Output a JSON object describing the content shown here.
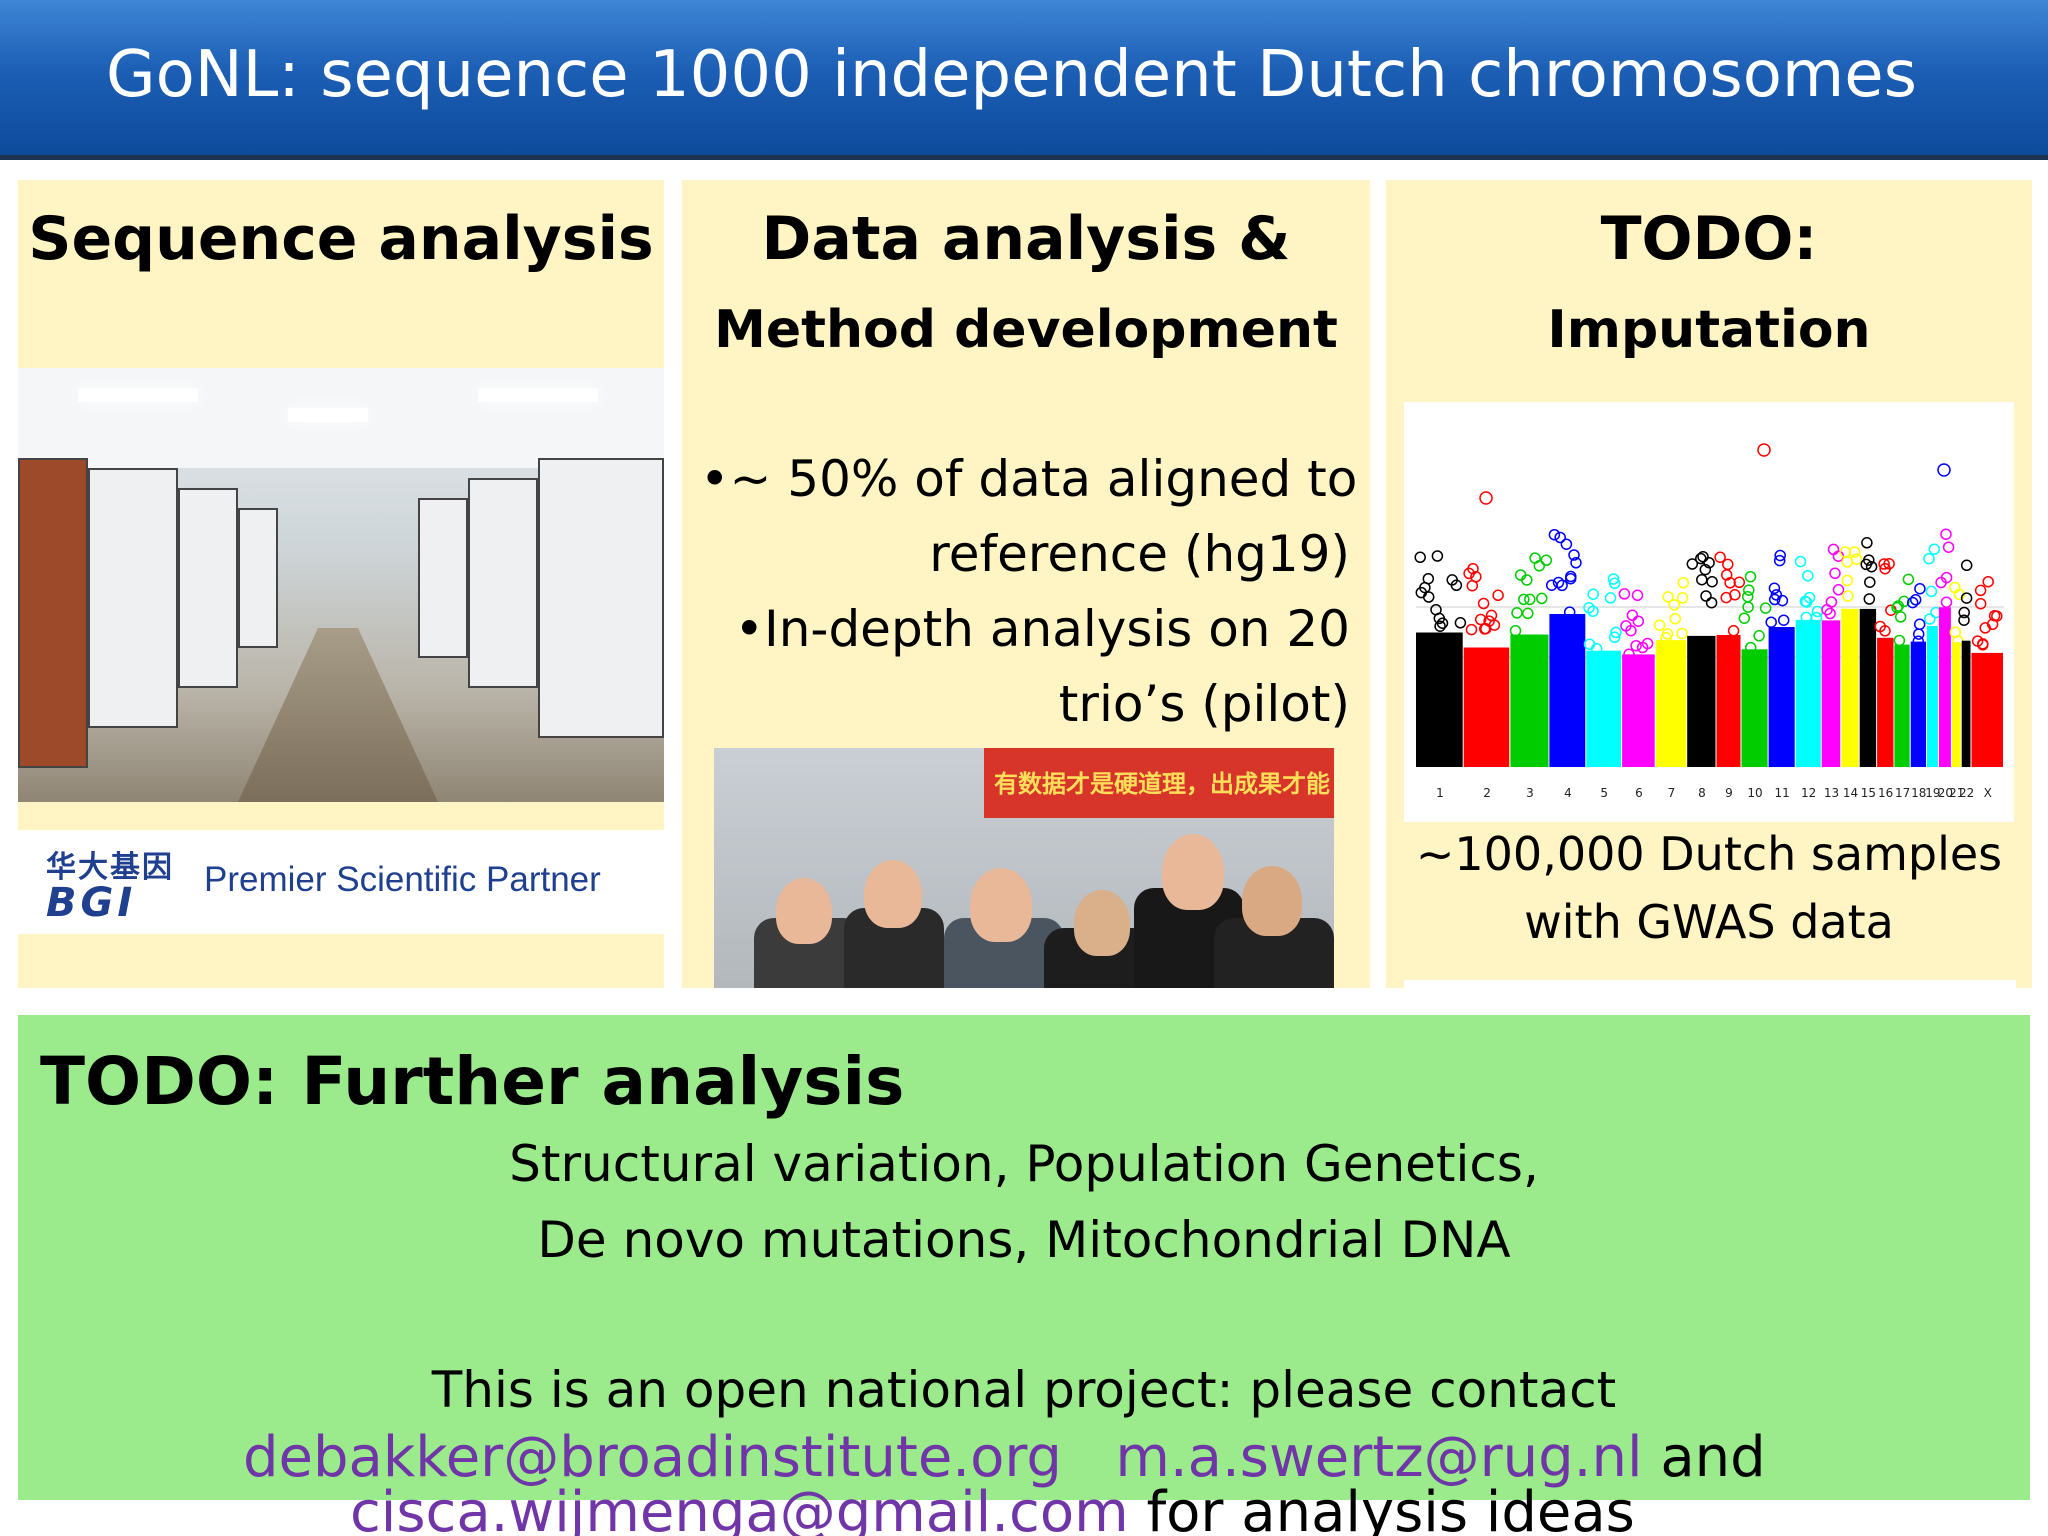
{
  "slide": {
    "title": "GoNL: sequence 1000 independent Dutch chromosomes"
  },
  "panel_sequence": {
    "heading": "Sequence analysis",
    "logo_text_cn": "华大基因",
    "logo_text_en": "BGI",
    "partner_text": "Premier Scientific Partner"
  },
  "panel_data": {
    "heading_line1": "Data analysis &",
    "heading_line2": "Method development",
    "bullets": [
      "•~ 50% of data aligned to",
      "reference (hg19)",
      "•In-depth analysis on 20",
      "trio’s (pilot)"
    ],
    "banner_text": "有数据才是硬道理，出成果才能"
  },
  "panel_todo": {
    "heading_line1": "TODO:",
    "heading_line2": "Imputation",
    "caption_line1": "~100,000 Dutch samples",
    "caption_line2": "with GWAS data",
    "chart_data": {
      "type": "scatter",
      "categories": [
        "1",
        "2",
        "3",
        "4",
        "5",
        "6",
        "7",
        "8",
        "9",
        "10",
        "11",
        "12",
        "13",
        "14",
        "15",
        "16",
        "17",
        "18",
        "19",
        "20",
        "21",
        "22",
        "X"
      ],
      "colors": [
        "#000000",
        "#ff0000",
        "#00cc00",
        "#0000ff",
        "#00ffff",
        "#ff00ff",
        "#ffff00",
        "#000000",
        "#ff0000",
        "#00cc00",
        "#0000ff",
        "#00ffff",
        "#ff00ff",
        "#ffff00",
        "#000000",
        "#ff0000",
        "#00cc00",
        "#0000ff",
        "#00ffff",
        "#ff00ff",
        "#ffff00",
        "#000000",
        "#ff0000"
      ]
    }
  },
  "further": {
    "title": "TODO: Further analysis",
    "line1": "Structural variation, Population Genetics,",
    "line2": "De novo mutations, Mitochondrial DNA",
    "line3": "This is an open national project: please contact",
    "email1": "debakker@broadinstitute.org",
    "email2": "m.a.swertz@rug.nl",
    "and_text": "and",
    "email3": "cisca.wijmenga@gmail.com",
    "tail_text": "for analysis ideas"
  }
}
